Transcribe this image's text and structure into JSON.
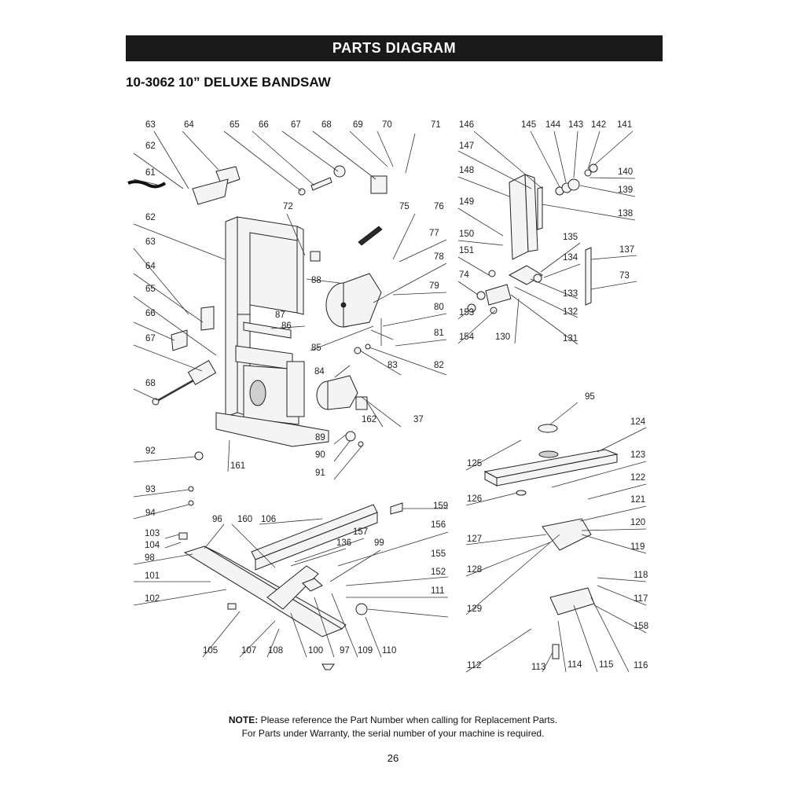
{
  "header": {
    "title": "PARTS DIAGRAM"
  },
  "subtitle": "10-3062 10” DELUXE BANDSAW",
  "callouts": {
    "frame": [
      "63",
      "64",
      "65",
      "66",
      "67",
      "68",
      "69",
      "70",
      "71",
      "62",
      "61",
      "62",
      "63",
      "64",
      "65",
      "66",
      "67",
      "68",
      "72",
      "75",
      "76",
      "77",
      "78",
      "79",
      "80",
      "81",
      "82",
      "83",
      "84",
      "85",
      "86",
      "87",
      "88",
      "37",
      "162",
      "89",
      "90",
      "91",
      "92",
      "93",
      "94",
      "161"
    ],
    "guide": [
      "146",
      "145",
      "144",
      "143",
      "142",
      "141",
      "147",
      "148",
      "140",
      "139",
      "138",
      "149",
      "150",
      "135",
      "137",
      "151",
      "134",
      "74",
      "73",
      "133",
      "132",
      "153",
      "131",
      "154",
      "130"
    ],
    "fence": [
      "96",
      "160",
      "106",
      "159",
      "103",
      "136",
      "157",
      "104",
      "99",
      "156",
      "98",
      "155",
      "101",
      "152",
      "102",
      "111",
      "105",
      "107",
      "108",
      "100",
      "97",
      "109",
      "110"
    ],
    "table": [
      "95",
      "124",
      "125",
      "123",
      "122",
      "126",
      "121",
      "120",
      "127",
      "119",
      "128",
      "118",
      "117",
      "129",
      "158",
      "112",
      "113",
      "114",
      "115",
      "116"
    ]
  },
  "note": {
    "label": "NOTE:",
    "line1": "Please reference the Part Number when calling for Replacement Parts.",
    "line2": "For Parts under Warranty, the serial number of your machine is required."
  },
  "page_number": "26"
}
